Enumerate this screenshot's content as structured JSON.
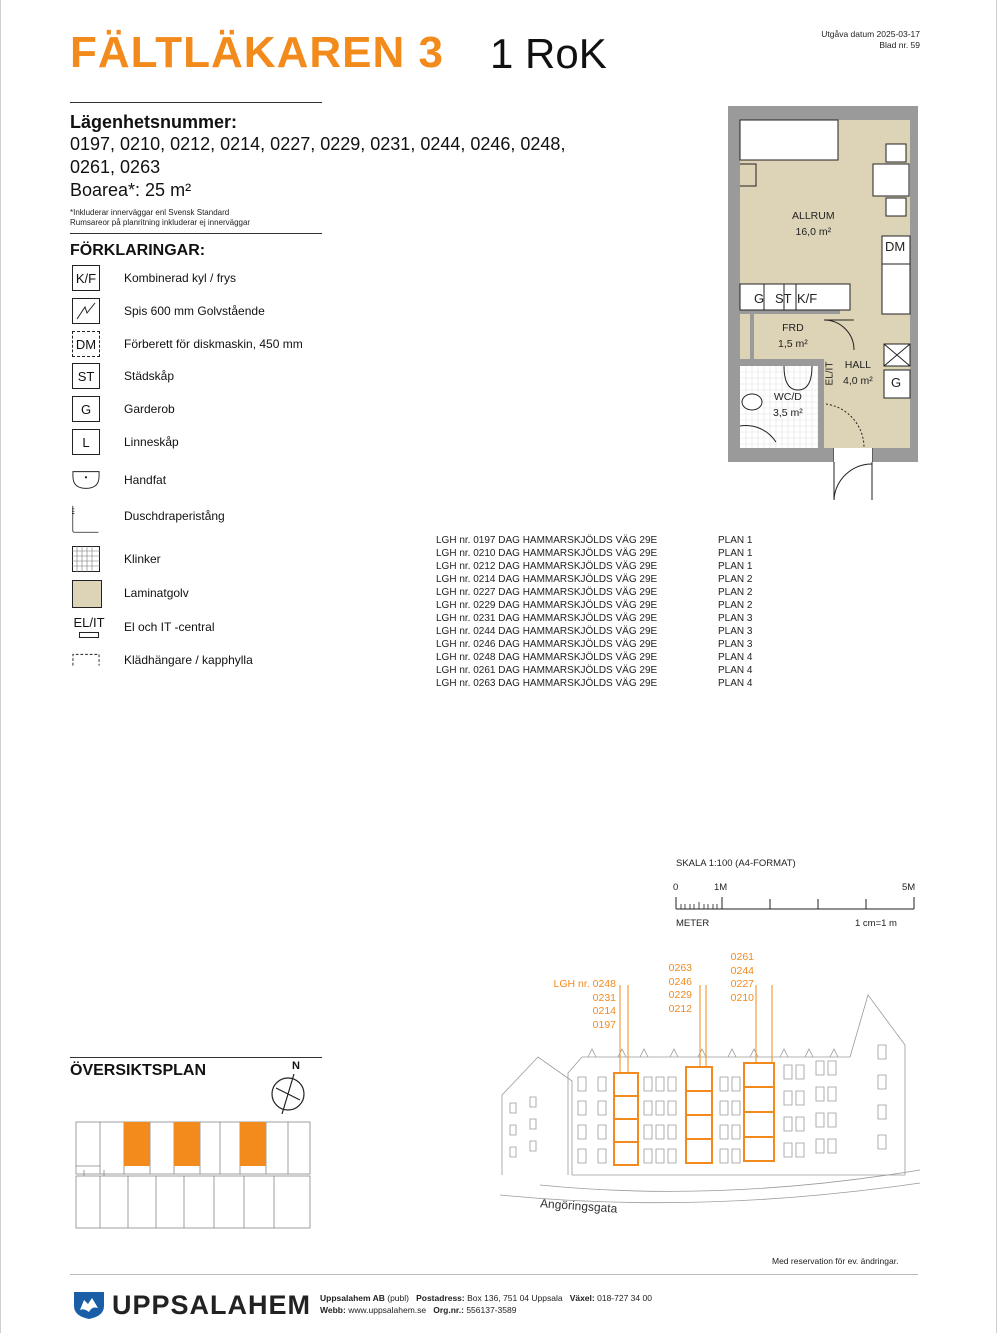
{
  "header": {
    "project_title": "FÄLTLÄKAREN 3",
    "apartment_type": "1 RoK",
    "release_date": "Utgåva datum 2025-03-17",
    "sheet_number": "Blad nr. 59"
  },
  "apartment": {
    "numbers_heading": "Lägenhetsnummer:",
    "numbers_line1": "0197, 0210, 0212, 0214, 0227, 0229, 0231, 0244, 0246, 0248,",
    "numbers_line2": "0261, 0263",
    "area": "Boarea*: 25 m²",
    "note1": "*Inkluderar innerväggar enl Svensk Standard",
    "note2": "Rumsareor på planritning inkluderar ej innerväggar"
  },
  "legend": {
    "heading": "FÖRKLARINGAR:",
    "items": [
      {
        "symbol": "K/F",
        "label": "Kombinerad kyl / frys"
      },
      {
        "symbol": "",
        "label": "Spis 600 mm Golvstående"
      },
      {
        "symbol": "DM",
        "label": "Förberett för diskmaskin, 450 mm"
      },
      {
        "symbol": "ST",
        "label": "Städskåp"
      },
      {
        "symbol": "G",
        "label": "Garderob"
      },
      {
        "symbol": "L",
        "label": "Linneskåp"
      },
      {
        "symbol": "",
        "label": "Handfat"
      },
      {
        "symbol": "",
        "label": "Duschdraperistång"
      },
      {
        "symbol": "",
        "label": "Klinker"
      },
      {
        "symbol": "",
        "label": "Laminatgolv"
      },
      {
        "symbol": "EL/IT",
        "label": "El och IT -central"
      },
      {
        "symbol": "",
        "label": "Klädhängare / kapphylla"
      }
    ]
  },
  "colors": {
    "accent": "#f28a1c",
    "laminate": "#ddd3b6",
    "wall": "#9a9a9a"
  },
  "floorplan": {
    "allrum_name": "ALLRUM",
    "allrum_area": "16,0 m²",
    "frd_name": "FRD",
    "frd_area": "1,5 m²",
    "hall_name": "HALL",
    "hall_area": "4,0 m²",
    "wc_name": "WC/D",
    "wc_area": "3,5 m²",
    "dm": "DM",
    "g": "G",
    "st": "ST",
    "kf": "K/F",
    "elit": "EL/IT",
    "g_hall": "G"
  },
  "units": {
    "rows": [
      {
        "addr": "LGH nr. 0197 DAG HAMMARSKJÖLDS VÄG 29E",
        "plan": "PLAN 1"
      },
      {
        "addr": "LGH nr. 0210 DAG HAMMARSKJÖLDS VÄG 29E",
        "plan": "PLAN 1"
      },
      {
        "addr": "LGH nr. 0212 DAG HAMMARSKJÖLDS VÄG 29E",
        "plan": "PLAN 1"
      },
      {
        "addr": "LGH nr. 0214 DAG HAMMARSKJÖLDS VÄG 29E",
        "plan": "PLAN 2"
      },
      {
        "addr": "LGH nr. 0227 DAG HAMMARSKJÖLDS VÄG 29E",
        "plan": "PLAN 2"
      },
      {
        "addr": "LGH nr. 0229 DAG HAMMARSKJÖLDS VÄG 29E",
        "plan": "PLAN 2"
      },
      {
        "addr": "LGH nr. 0231 DAG HAMMARSKJÖLDS VÄG 29E",
        "plan": "PLAN 3"
      },
      {
        "addr": "LGH nr. 0244 DAG HAMMARSKJÖLDS VÄG 29E",
        "plan": "PLAN 3"
      },
      {
        "addr": "LGH nr. 0246 DAG HAMMARSKJÖLDS VÄG 29E",
        "plan": "PLAN 3"
      },
      {
        "addr": "LGH nr. 0248 DAG HAMMARSKJÖLDS VÄG 29E",
        "plan": "PLAN 4"
      },
      {
        "addr": "LGH nr. 0261 DAG HAMMARSKJÖLDS VÄG 29E",
        "plan": "PLAN 4"
      },
      {
        "addr": "LGH nr. 0263 DAG HAMMARSKJÖLDS VÄG 29E",
        "plan": "PLAN 4"
      }
    ]
  },
  "scale": {
    "title": "SKALA 1:100 (A4-FORMAT)",
    "label_0": "0",
    "label_1m": "1M",
    "label_5m": "5M",
    "unit": "METER",
    "ratio": "1 cm=1 m"
  },
  "overview": {
    "heading": "ÖVERSIKTSPLAN",
    "north": "N"
  },
  "building": {
    "group1": [
      "LGH nr. 0248",
      "0231",
      "0214",
      "0197"
    ],
    "group2": [
      "0263",
      "0246",
      "0229",
      "0212"
    ],
    "group3": [
      "0261",
      "0244",
      "0227",
      "0210"
    ],
    "street": "Angöringsgata"
  },
  "footer": {
    "disclaimer": "Med reservation för ev. ändringar.",
    "company": "UPPSALAHEM",
    "line1_a": "Uppsalahem AB",
    "line1_b": "(publ)",
    "line1_c": "Postadress:",
    "line1_d": "Box 136, 751 04 Uppsala",
    "line1_e": "Växel:",
    "line1_f": "018-727 34 00",
    "line2_a": "Webb:",
    "line2_b": "www.uppsalahem.se",
    "line2_c": "Org.nr.:",
    "line2_d": "556137-3589"
  }
}
